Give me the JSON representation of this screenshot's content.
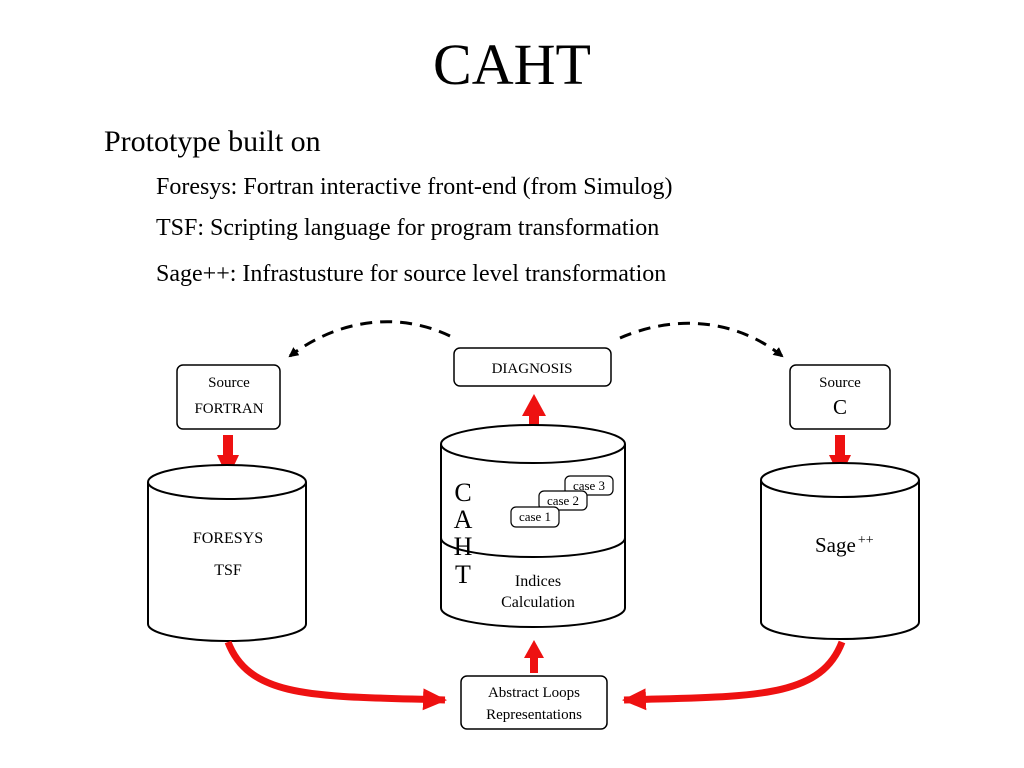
{
  "slide": {
    "title": "CAHT",
    "lead": "Prototype built on",
    "bullets": [
      "Foresys: Fortran interactive front-end (from Simulog)",
      "TSF: Scripting language for program transformation",
      "Sage++: Infrastusture for source level transformation"
    ]
  },
  "diagram": {
    "source_fortran": {
      "line1": "Source",
      "line2": "FORTRAN"
    },
    "diagnosis": "DIAGNOSIS",
    "source_c": {
      "line1": "Source",
      "line2": "C"
    },
    "foresys_db": {
      "line1": "FORESYS",
      "line2": "TSF"
    },
    "caht_db": {
      "letters": [
        "C",
        "A",
        "H",
        "T"
      ],
      "cases": [
        "case 3",
        "case 2",
        "case 1"
      ],
      "indices_line1": "Indices",
      "indices_line2": "Calculation"
    },
    "sage_db": {
      "label": "Sage",
      "superscript": "++"
    },
    "abstract_loops": {
      "line1": "Abstract Loops",
      "line2": "Representations"
    },
    "colors": {
      "arrow": "#ee1111",
      "line": "#000000"
    }
  }
}
